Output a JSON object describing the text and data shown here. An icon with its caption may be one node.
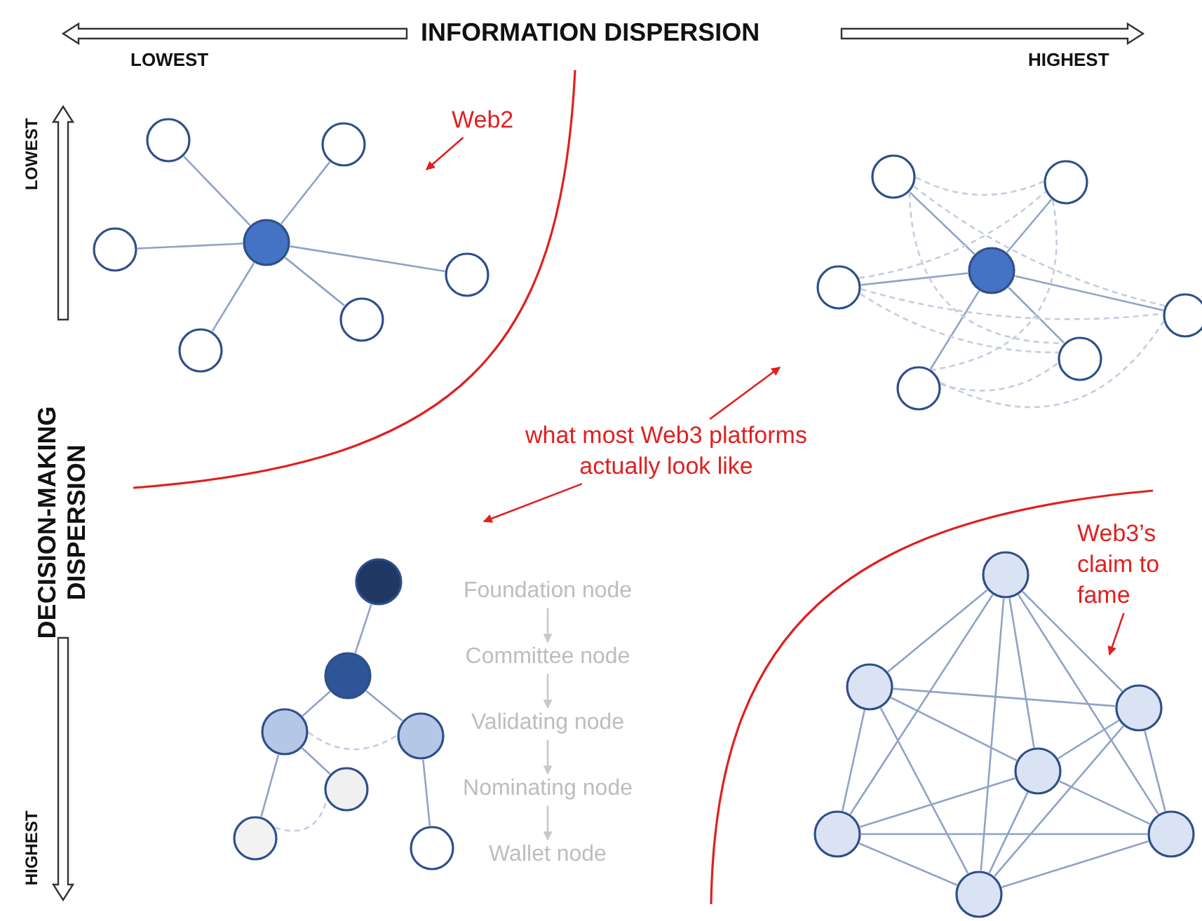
{
  "diagram": {
    "nodes": [
      {
        "text": [
          "Web2"
        ]
      },
      {
        "text": [],
        "shape": "circle"
      },
      {
        "text": [],
        "shape": "circle"
      },
      {
        "text": [],
        "shape": "circle"
      },
      {
        "text": [],
        "shape": "circle"
      },
      {
        "text": [],
        "shape": "circle"
      },
      {
        "text": [],
        "shape": "circle"
      },
      {
        "text": [],
        "shape": "circle"
      },
      {
        "text": [
          "what most Web3 platforms actually look like"
        ]
      },
      {
        "text": [],
        "shape": "circle"
      },
      {
        "text": [],
        "shape": "circle"
      },
      {
        "text": [],
        "shape": "circle"
      },
      {
        "text": [],
        "shape": "circle"
      },
      {
        "text": [],
        "shape": "circle"
      },
      {
        "text": [],
        "shape": "circle"
      },
      {
        "text": [],
        "shape": "circle"
      },
      {
        "text": [],
        "shape": "circle"
      },
      {
        "text": [],
        "shape": "circle"
      },
      {
        "text": [],
        "shape": "circle"
      },
      {
        "text": [],
        "shape": "circle"
      },
      {
        "text": [],
        "shape": "circle"
      },
      {
        "text": [],
        "shape": "circle"
      },
      {
        "text": [],
        "shape": "circle"
      },
      {
        "text": [
          "Foundation node"
        ]
      },
      {
        "text": [
          "Committee node"
        ]
      },
      {
        "text": [
          "Validating node"
        ]
      },
      {
        "text": [
          "Nominating node"
        ]
      },
      {
        "text": [
          "Wallet node"
        ]
      },
      {
        "text": [
          "Web3’s claim to fame"
        ]
      },
      {
        "text": [],
        "shape": "circle"
      },
      {
        "text": [],
        "shape": "circle"
      },
      {
        "text": [],
        "shape": "circle"
      },
      {
        "text": [],
        "shape": "circle"
      },
      {
        "text": [],
        "shape": "circle"
      },
      {
        "text": [],
        "shape": "circle"
      },
      {
        "text": [],
        "shape": "circle"
      }
    ],
    "edges": [
      {
        "from": 0,
        "to": null,
        "arrow": "to",
        "color": "#e02020"
      },
      {
        "from": 1,
        "to": 2,
        "arrow": "none"
      },
      {
        "from": 1,
        "to": 3,
        "arrow": "none"
      },
      {
        "from": 1,
        "to": 4,
        "arrow": "none"
      },
      {
        "from": 1,
        "to": 5,
        "arrow": "none"
      },
      {
        "from": 1,
        "to": 6,
        "arrow": "none"
      },
      {
        "from": 1,
        "to": 7,
        "arrow": "none"
      },
      {
        "from": 8,
        "to": null,
        "arrow": "to",
        "color": "#e02020"
      },
      {
        "from": 8,
        "to": null,
        "arrow": "to",
        "color": "#e02020"
      },
      {
        "from": 9,
        "to": 10,
        "arrow": "none"
      },
      {
        "from": 9,
        "to": 11,
        "arrow": "none"
      },
      {
        "from": 9,
        "to": 12,
        "arrow": "none"
      },
      {
        "from": 9,
        "to": 13,
        "arrow": "none"
      },
      {
        "from": 9,
        "to": 14,
        "arrow": "none"
      },
      {
        "from": 9,
        "to": 15,
        "arrow": "none"
      },
      {
        "from": 10,
        "to": 11,
        "arrow": "none",
        "style": "dashed",
        "color": "#c3cde0"
      },
      {
        "from": 10,
        "to": 13,
        "arrow": "none",
        "style": "dashed",
        "color": "#c3cde0"
      },
      {
        "from": 10,
        "to": 14,
        "arrow": "none",
        "style": "dashed",
        "color": "#c3cde0"
      },
      {
        "from": 11,
        "to": 15,
        "arrow": "none",
        "style": "dashed",
        "color": "#c3cde0"
      },
      {
        "from": 12,
        "to": 11,
        "arrow": "none",
        "style": "dashed",
        "color": "#c3cde0"
      },
      {
        "from": 12,
        "to": 13,
        "arrow": "none",
        "style": "dashed",
        "color": "#c3cde0"
      },
      {
        "from": 12,
        "to": 14,
        "arrow": "none",
        "style": "dashed",
        "color": "#c3cde0"
      },
      {
        "from": 15,
        "to": 13,
        "arrow": "none",
        "style": "dashed",
        "color": "#c3cde0"
      },
      {
        "from": 15,
        "to": 14,
        "arrow": "none",
        "style": "dashed",
        "color": "#c3cde0"
      },
      {
        "from": 16,
        "to": 17,
        "arrow": "none"
      },
      {
        "from": 17,
        "to": 18,
        "arrow": "none"
      },
      {
        "from": 17,
        "to": 19,
        "arrow": "none"
      },
      {
        "from": 18,
        "to": 19,
        "arrow": "none",
        "style": "dashed",
        "color": "#c3cde0"
      },
      {
        "from": 18,
        "to": 20,
        "arrow": "none"
      },
      {
        "from": 18,
        "to": 21,
        "arrow": "none"
      },
      {
        "from": 19,
        "to": 22,
        "arrow": "none"
      },
      {
        "from": 21,
        "to": 20,
        "arrow": "none",
        "style": "dashed",
        "color": "#c3cde0"
      },
      {
        "from": 23,
        "to": 24,
        "arrow": "to",
        "color": "#c8c8c8"
      },
      {
        "from": 24,
        "to": 25,
        "arrow": "to",
        "color": "#c8c8c8"
      },
      {
        "from": 25,
        "to": 26,
        "arrow": "to",
        "color": "#c8c8c8"
      },
      {
        "from": 26,
        "to": 27,
        "arrow": "to",
        "color": "#c8c8c8"
      },
      {
        "from": 28,
        "to": null,
        "arrow": "to",
        "color": "#e02020"
      },
      {
        "from": 29,
        "to": 30,
        "arrow": "none"
      },
      {
        "from": 29,
        "to": 31,
        "arrow": "none"
      },
      {
        "from": 29,
        "to": 32,
        "arrow": "none"
      },
      {
        "from": 29,
        "to": 33,
        "arrow": "none"
      },
      {
        "from": 29,
        "to": 34,
        "arrow": "none"
      },
      {
        "from": 29,
        "to": 35,
        "arrow": "none"
      },
      {
        "from": 30,
        "to": 31,
        "arrow": "none"
      },
      {
        "from": 30,
        "to": 32,
        "arrow": "none"
      },
      {
        "from": 30,
        "to": 33,
        "arrow": "none"
      },
      {
        "from": 30,
        "to": 35,
        "arrow": "none"
      },
      {
        "from": 31,
        "to": 32,
        "arrow": "none"
      },
      {
        "from": 31,
        "to": 34,
        "arrow": "none"
      },
      {
        "from": 31,
        "to": 35,
        "arrow": "none"
      },
      {
        "from": 32,
        "to": 33,
        "arrow": "none"
      },
      {
        "from": 32,
        "to": 34,
        "arrow": "none"
      },
      {
        "from": 32,
        "to": 35,
        "arrow": "none"
      },
      {
        "from": 33,
        "to": 34,
        "arrow": "none"
      },
      {
        "from": 33,
        "to": 35,
        "arrow": "none"
      },
      {
        "from": 34,
        "to": 35,
        "arrow": "none"
      }
    ],
    "labels": [
      "INFORMATION DISPERSION",
      "LOWEST",
      "HIGHEST",
      "LOWEST",
      "DECISION-MAKING DISPERSION",
      "HIGHEST"
    ]
  }
}
